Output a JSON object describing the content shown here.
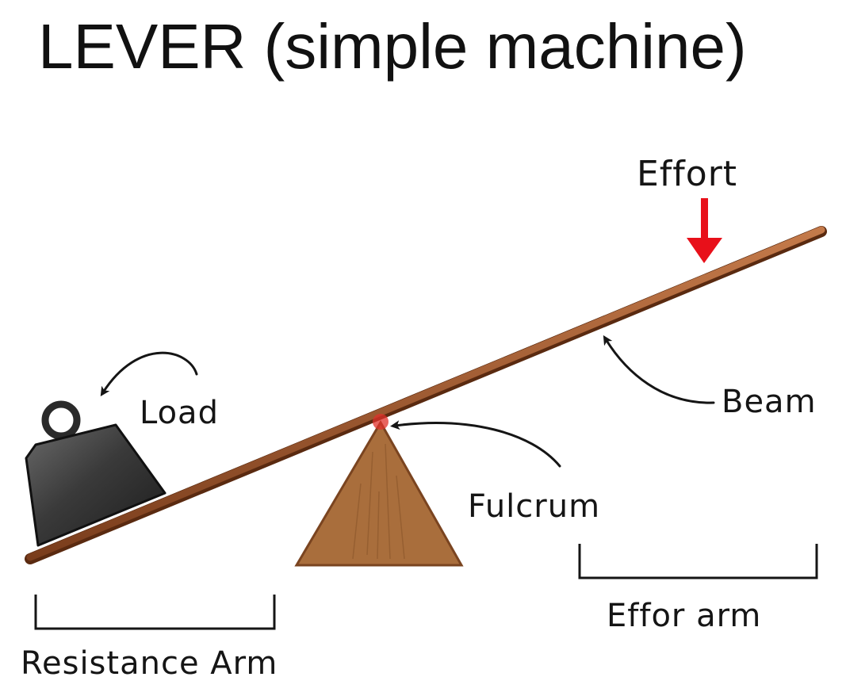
{
  "title": "LEVER (simple machine)",
  "labels": {
    "effort": "Effort",
    "load": "Load",
    "beam": "Beam",
    "fulcrum": "Fulcrum",
    "resistance_arm": "Resistance Arm",
    "effort_arm": "Effor arm"
  },
  "colors": {
    "beam": "#a0522d",
    "fulcrum": "#a96e3c",
    "fulcrum_shade": "#8a5529",
    "weight": "#3a3a3a",
    "effort_arrow": "#e8101a",
    "pivot_marker": "#e0302a",
    "ink": "#151515"
  },
  "icons": {
    "weight": "load-weight-icon",
    "effort_arrow": "arrow-down-icon",
    "fulcrum": "triangle-icon"
  }
}
